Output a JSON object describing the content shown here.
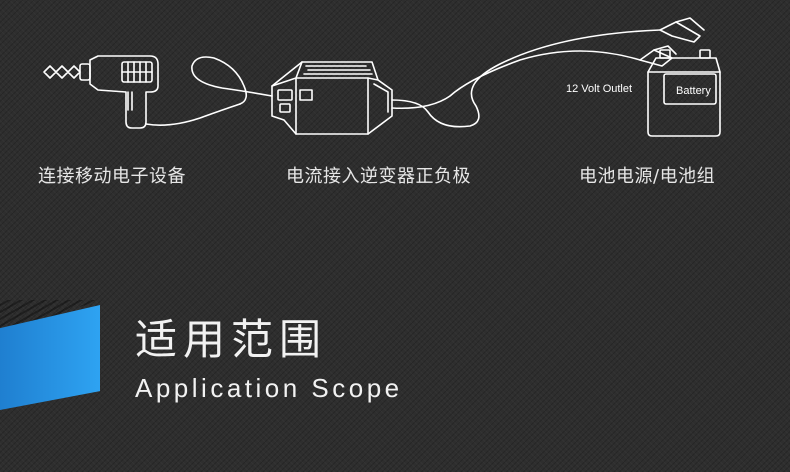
{
  "captions": {
    "device": "连接移动电子设备",
    "inverter": "电流接入逆变器正负极",
    "battery": "电池电源/电池组"
  },
  "illustration": {
    "outlet_label": "12 Volt Outlet",
    "battery_label": "Battery"
  },
  "section": {
    "title_zh": "适用范围",
    "title_en": "Application Scope"
  },
  "colors": {
    "background": "#2e2e2e",
    "accent": "#2ea3f2",
    "line": "#ffffff",
    "text": "#e6e6e6"
  }
}
